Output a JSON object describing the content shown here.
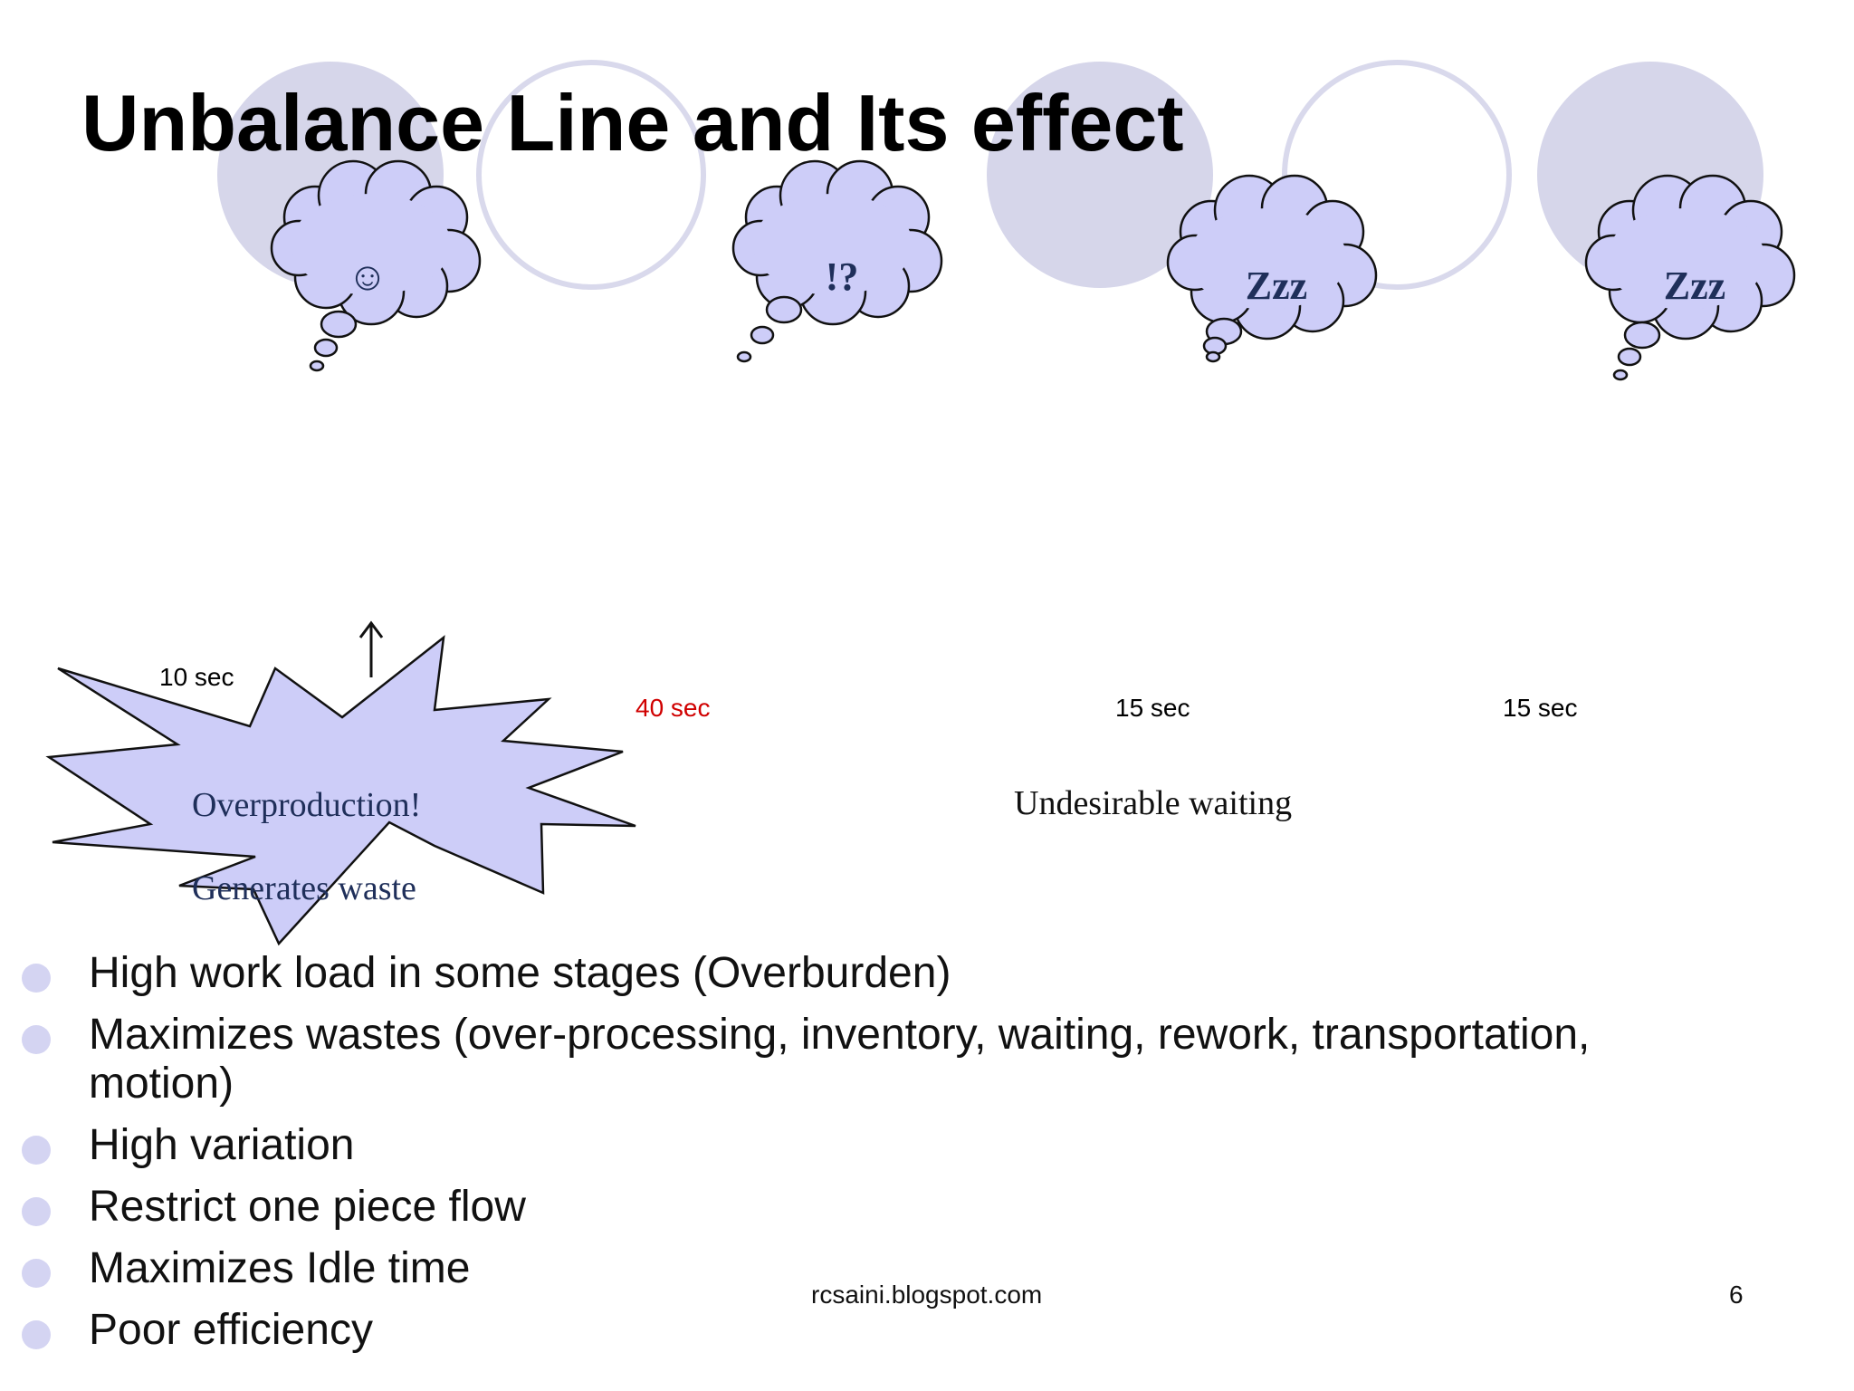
{
  "slide": {
    "title": "Unbalance Line and Its effect",
    "accent_color": "#cdcdf8",
    "decor_color": "#d6d6ea"
  },
  "thoughts": [
    {
      "symbol": "☺",
      "icon": "smiley-face"
    },
    {
      "symbol": "!?",
      "icon": "confused-mark"
    },
    {
      "symbol": "Zzz",
      "icon": "sleep-mark"
    },
    {
      "symbol": "Zzz",
      "icon": "sleep-mark"
    }
  ],
  "stations": [
    {
      "time": "10 sec",
      "color": "#000000"
    },
    {
      "time": "40 sec",
      "color": "#d00000"
    },
    {
      "time": "15 sec",
      "color": "#000000"
    },
    {
      "time": "15 sec",
      "color": "#000000"
    }
  ],
  "burst": {
    "line1": "Overproduction!",
    "line2": "Generates waste",
    "arrow": "up-arrow"
  },
  "waiting_note": "Undesirable waiting",
  "bullets": [
    "High work load in some stages (Overburden)",
    "Maximizes wastes (over-processing, inventory, waiting, rework, transportation, motion)",
    "High variation",
    "Restrict one piece flow",
    "Maximizes Idle time",
    "Poor efficiency"
  ],
  "footer": {
    "source": "rcsaini.blogspot.com",
    "page_number": "6"
  }
}
